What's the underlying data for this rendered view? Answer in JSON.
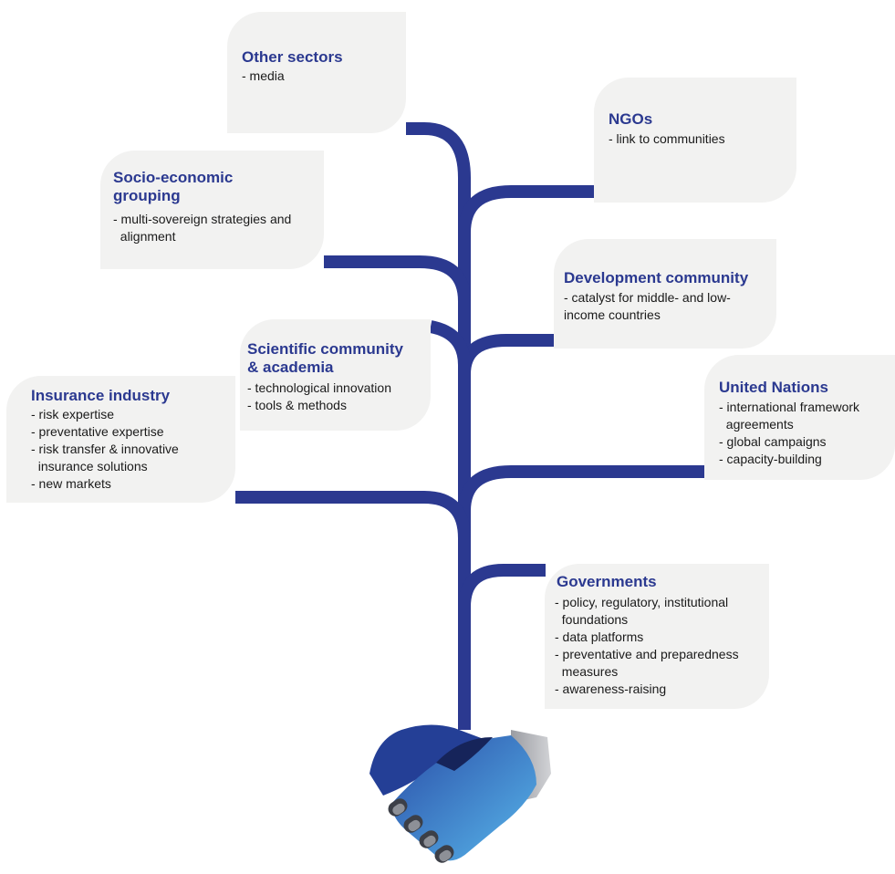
{
  "diagram": {
    "nodes": [
      {
        "id": "other-sectors",
        "title": [
          "Other sectors"
        ],
        "items": [
          [
            "- media"
          ]
        ]
      },
      {
        "id": "ngos",
        "title": [
          "NGOs"
        ],
        "items": [
          [
            "- link to communities"
          ]
        ]
      },
      {
        "id": "socio-economic",
        "title": [
          "Socio-economic",
          "grouping"
        ],
        "items": [
          [
            "- multi-sovereign strategies and",
            "  alignment"
          ]
        ]
      },
      {
        "id": "development",
        "title": [
          "Development community"
        ],
        "items": [
          [
            "- catalyst for middle- and low-",
            "income countries"
          ]
        ]
      },
      {
        "id": "scientific",
        "title": [
          "Scientific community",
          "& academia"
        ],
        "items": [
          [
            "- technological innovation"
          ],
          [
            "- tools & methods"
          ]
        ]
      },
      {
        "id": "insurance",
        "title": [
          "Insurance industry"
        ],
        "items": [
          [
            "- risk expertise"
          ],
          [
            "- preventative expertise"
          ],
          [
            "- risk transfer & innovative",
            "  insurance solutions"
          ],
          [
            "- new markets"
          ]
        ]
      },
      {
        "id": "united-nations",
        "title": [
          "United Nations"
        ],
        "items": [
          [
            "- international framework",
            "  agreements"
          ],
          [
            "- global campaigns"
          ],
          [
            "- capacity-building"
          ]
        ]
      },
      {
        "id": "governments",
        "title": [
          "Governments"
        ],
        "items": [
          [
            "- policy, regulatory, institutional",
            "  foundations"
          ],
          [
            "- data platforms"
          ],
          [
            "- preventative and preparedness",
            "  measures"
          ],
          [
            "- awareness-raising"
          ]
        ]
      }
    ],
    "colors": {
      "branch": "#2b3990",
      "card_bg": "#f2f2f1",
      "title": "#2b3990",
      "text": "#1a1a1a",
      "hand_light": "#4fa3dc",
      "hand_dark": "#1f3b8c",
      "hand_grey": "#8a8d93"
    },
    "icon": "handshake-icon"
  }
}
